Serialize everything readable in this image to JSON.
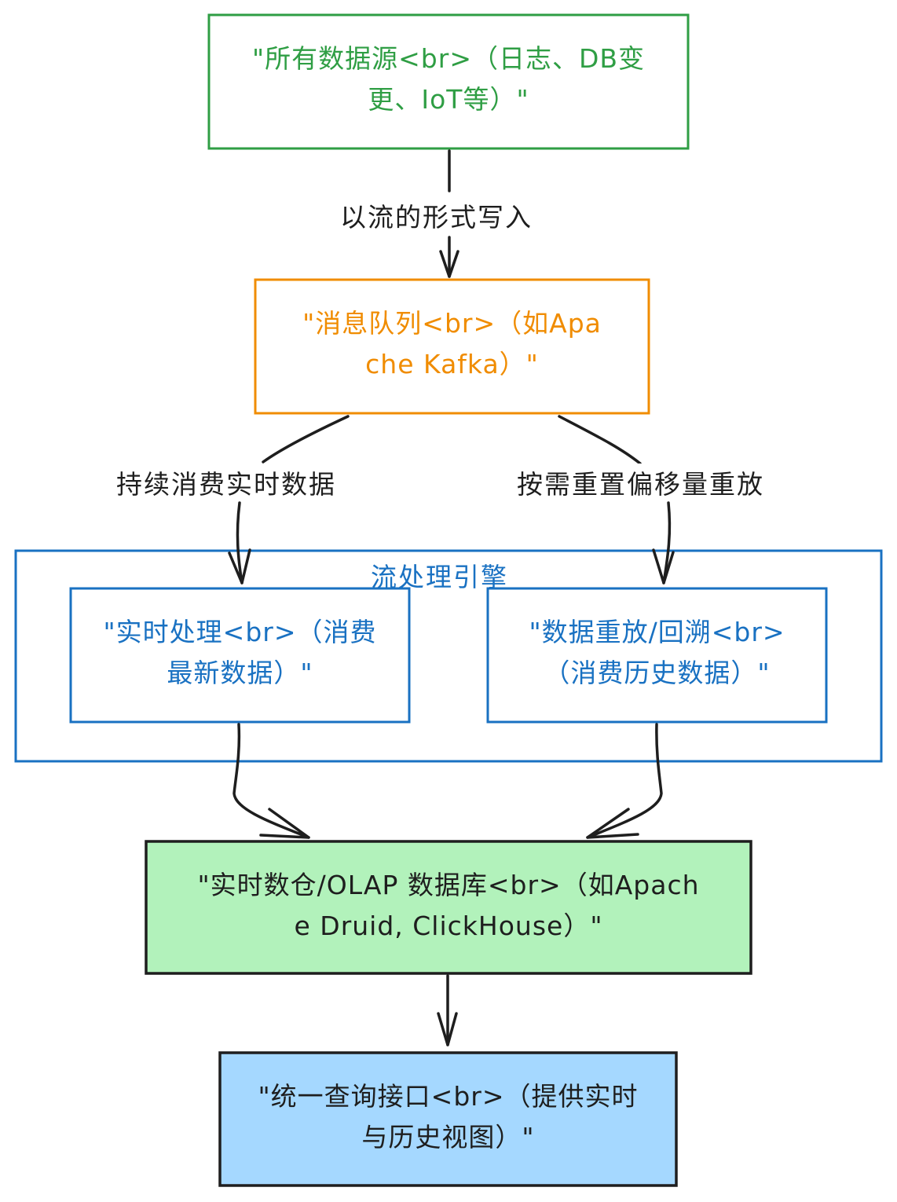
{
  "diagram": {
    "nodes": {
      "sources": {
        "text": "\"所有数据源<br>（日志、DB变更、IoT等）\"",
        "line1": "\"所有数据源<br>（日志、DB变",
        "line2": "更、IoT等）\"",
        "stroke": "#2f9e44",
        "fill": "#ffffff",
        "text_color": "#2f9e44"
      },
      "queue": {
        "text": "\"消息队列<br>（如Apache Kafka）\"",
        "line1": "\"消息队列<br>（如",
        "line2": "Apache Kafka）\"",
        "stroke": "#f08c00",
        "fill": "#ffffff",
        "text_color": "#f08c00"
      },
      "realtime": {
        "text": "\"实时处理<br>（消费最新数据）\"",
        "line1": "\"实时处理<br>（消费",
        "line2": "最新数据）\"",
        "stroke": "#1971c2",
        "fill": "#ffffff",
        "text_color": "#1971c2"
      },
      "replay": {
        "text": "\"数据重放/回溯<br>（消费历史数据）\"",
        "line1": "\"数据重放/回溯<br>",
        "line2": "（消费历史数据）\"",
        "stroke": "#1971c2",
        "fill": "#ffffff",
        "text_color": "#1971c2"
      },
      "olap": {
        "text": "\"实时数仓/OLAP 数据库<br>（如Apache Druid, ClickHouse）\"",
        "line1": "\"实时数仓/OLAP 数据库<br>（如",
        "line2": "Apache Druid, ClickHouse）\"",
        "stroke": "#1e1e1e",
        "fill": "#b2f2bb",
        "text_color": "#1e1e1e"
      },
      "query": {
        "text": "\"统一查询接口<br>（提供实时与历史视图）\"",
        "line1": "\"统一查询接口<br>（提供实时",
        "line2": "与历史视图）\"",
        "stroke": "#1e1e1e",
        "fill": "#a5d8ff",
        "text_color": "#1e1e1e"
      }
    },
    "group": {
      "title": "流处理引擎",
      "stroke": "#1971c2"
    },
    "edges": [
      {
        "from": "sources",
        "to": "queue",
        "label": "以流的形式写入"
      },
      {
        "from": "queue",
        "to": "realtime",
        "label": "持续消费实时数据"
      },
      {
        "from": "queue",
        "to": "replay",
        "label": "按需重置偏移量重放"
      },
      {
        "from": "realtime",
        "to": "olap",
        "label": ""
      },
      {
        "from": "replay",
        "to": "olap",
        "label": ""
      },
      {
        "from": "olap",
        "to": "query",
        "label": ""
      }
    ],
    "edge_color": "#1e1e1e"
  }
}
